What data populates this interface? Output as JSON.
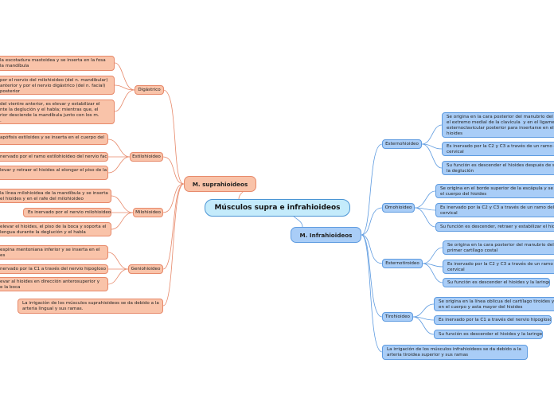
{
  "center_title": "Músculos supra e infrahioideos",
  "supra": {
    "title": "M. suprahioideos",
    "digastrico": {
      "label": "Digástrico",
      "leaves": [
        "la escotadura mastoidea y se inserta en la fosa\nla mandíbula",
        "por el nervio del milohioideo (del n. mandibular)\nanterior y por el nervio digástrico (del n. facial)\nposterior",
        "del vientre anterior, es elevar y estabilizar el\nnte la deglución y el habla; mientras que, el\nrior desciende la mandíbula junto con los m.\n."
      ]
    },
    "estilohioideo": {
      "label": "Estilohioideo",
      "leaves": [
        "apófisis estiloides y se inserta en el cuerpo del",
        "nervado por el ramo estilohioideo del nervio facial",
        "levar y retraer el hioides al elongar el piso de la"
      ]
    },
    "milohioideo": {
      "label": "Milohioideo",
      "leaves": [
        "la línea milohioidea de la mandíbula y se inserta\nel hioides y en el rafe del milohioideo",
        "Es inervado por el nervio milohioideo",
        "elevar el hioides, el piso de la boca y soporta el\nlengua durante la deglución y el habla"
      ]
    },
    "geniohioideo": {
      "label": "Geniohioideo",
      "leaves": [
        "espina mentoniana inferior y se inserta en el\nes",
        "nervado por la C1 a través del nervio hipogloso",
        "evar al hioides en dirección anterosuperior y\ne la boca"
      ]
    },
    "irrigacion": "La irrigación de los músculos suprahioideos se da debido a la\narteria lingual y sus ramas."
  },
  "infra": {
    "title": "M. Infrahioideos",
    "esternohioideo": {
      "label": "Esternohioideo",
      "leaves": [
        "Se origina en la cara posterior del manubrio del e\nel extremo medial de la clavícula  y en el ligamen\nesternoclavicular posterior para insertarse en el c\nhioides",
        "Es inervado por la C2 y C3 a través de un ramo d\ncervical",
        "Su función es descender el hioides después de su\nla deglución"
      ]
    },
    "omohioideo": {
      "label": "Omohioideo",
      "leaves": [
        "Se origina en el borde superior de la escápula y se i\nel cuerpo del hioides",
        "Es inervado por la C2 y C3 a través de un ramo del a\ncervical",
        "Su función es descender, retraer y estabilizar el hioi"
      ]
    },
    "esternotiroideo": {
      "label": "Esternotiroideo",
      "leaves": [
        "Se origina en la cara posterior del manubrio del e\nprimer cartílago costal",
        "Es inervado por la C2 y C3 a través de un ramo d\ncervical",
        "Su función es descender el hioides y la laringe"
      ]
    },
    "tirohioideo": {
      "label": "Tirohioideo",
      "leaves": [
        "Se origina en la línea oblicua del cartílago tiroides y s\nen el cuerpo y asta mayor del hioides",
        "Es inervado por la C1 a través del nervio hipogloso",
        "Su función es descender el hioides y la laringe"
      ]
    },
    "irrigacion": "La irrigación de los músculos infrahioideos se da debido a la\narteria tiroidea superior y sus ramas"
  },
  "colors": {
    "supra_line": "#e7896a",
    "infra_line": "#5e9be0"
  }
}
